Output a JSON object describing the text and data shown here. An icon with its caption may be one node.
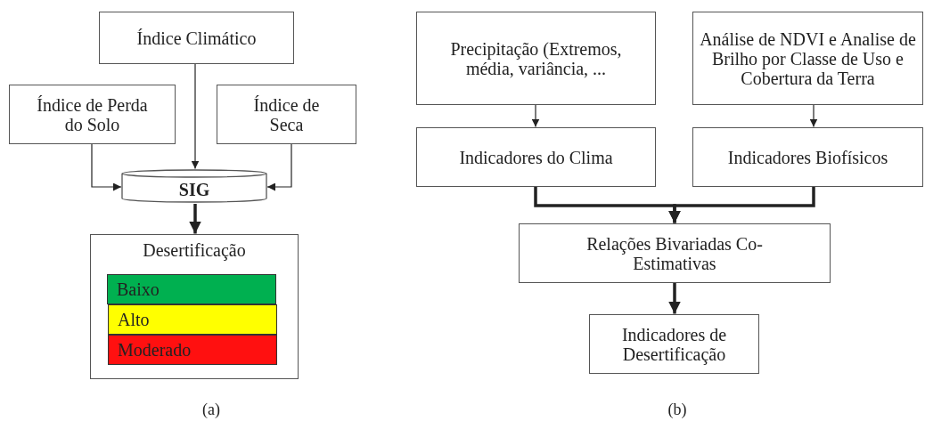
{
  "diagram": {
    "nodes": [
      {
        "text": [
          "Índice Climático"
        ]
      },
      {
        "text": [
          "Índice de Perda do Solo"
        ]
      },
      {
        "text": [
          "Índice de Seca"
        ]
      },
      {
        "text": [
          "SIG"
        ]
      },
      {
        "text": [
          "Desertificação"
        ]
      },
      {
        "text": [
          "Baixo"
        ],
        "in": 4
      },
      {
        "text": [
          "Alto"
        ],
        "in": 4
      },
      {
        "text": [
          "Moderado"
        ],
        "in": 4
      },
      {
        "text": [
          "Precipitação (Extremos, média, variância, ..."
        ]
      },
      {
        "text": [
          "Análise de NDVI e Analise de Brilho por Classe de Uso e Cobertura da Terra"
        ]
      },
      {
        "text": [
          "Indicadores do Clima"
        ]
      },
      {
        "text": [
          "Indicadores Biofísicos"
        ]
      },
      {
        "text": [
          "Relações Bivariadas Co-Estimativas"
        ]
      },
      {
        "text": [
          "Indicadores de Desertificação"
        ]
      }
    ],
    "edges": [
      {
        "from": 0,
        "to": 3,
        "arrow": "to"
      },
      {
        "from": 1,
        "to": 3,
        "arrow": "to"
      },
      {
        "from": 2,
        "to": 3,
        "arrow": "to"
      },
      {
        "from": 3,
        "to": 4,
        "arrow": "to",
        "style": "thick"
      },
      {
        "from": 8,
        "to": 10,
        "arrow": "to"
      },
      {
        "from": 9,
        "to": 11,
        "arrow": "to"
      },
      {
        "from": 10,
        "to": 12,
        "arrow": "to",
        "style": "thick"
      },
      {
        "from": 11,
        "to": 12,
        "arrow": "to",
        "style": "thick"
      },
      {
        "from": 12,
        "to": 13,
        "arrow": "to",
        "style": "thick"
      }
    ],
    "labels": [
      "(a)",
      "(b)"
    ]
  }
}
